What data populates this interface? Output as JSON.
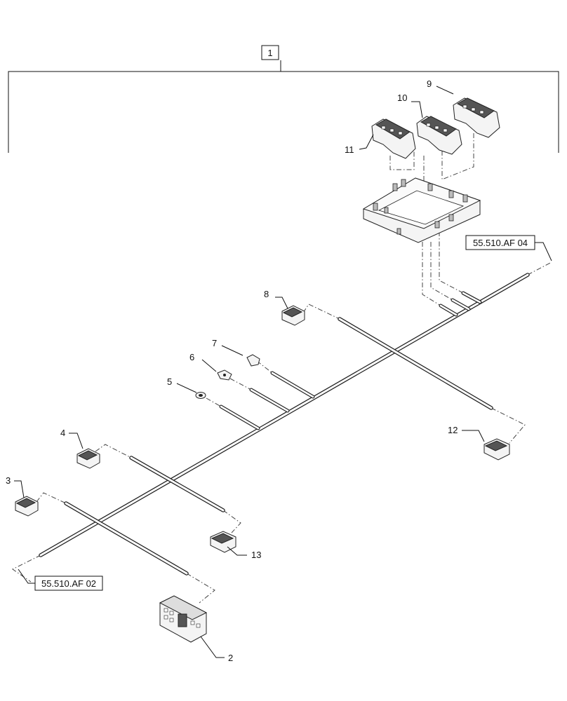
{
  "assembly_label": "1",
  "callouts": [
    "2",
    "3",
    "4",
    "5",
    "6",
    "7",
    "8",
    "9",
    "10",
    "11",
    "12",
    "13"
  ],
  "references": {
    "left": "55.510.AF 02",
    "right": "55.510.AF 04"
  }
}
